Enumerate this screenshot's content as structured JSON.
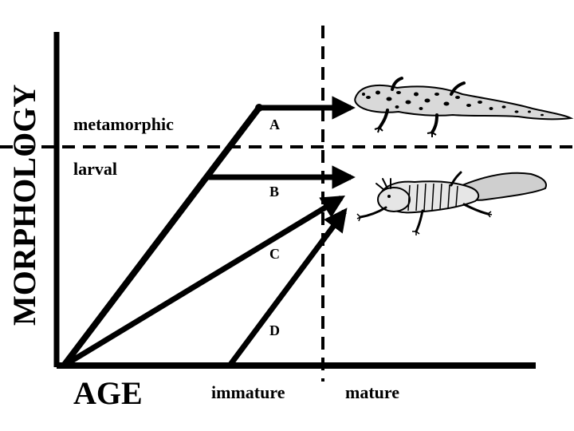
{
  "axes": {
    "x_title": "AGE",
    "y_title": "MORPHOLOGY"
  },
  "regions": {
    "metamorphic": "metamorphic",
    "larval": "larval",
    "immature": "immature",
    "mature": "mature"
  },
  "paths": [
    {
      "label": "A"
    },
    {
      "label": "B"
    },
    {
      "label": "C"
    },
    {
      "label": "D"
    }
  ],
  "illustrations": {
    "metamorphosed_salamander": "spotted-salamander-illustration",
    "larval_salamander": "larval-axolotl-illustration"
  },
  "colors": {
    "ink": "#000000",
    "background": "#ffffff"
  }
}
